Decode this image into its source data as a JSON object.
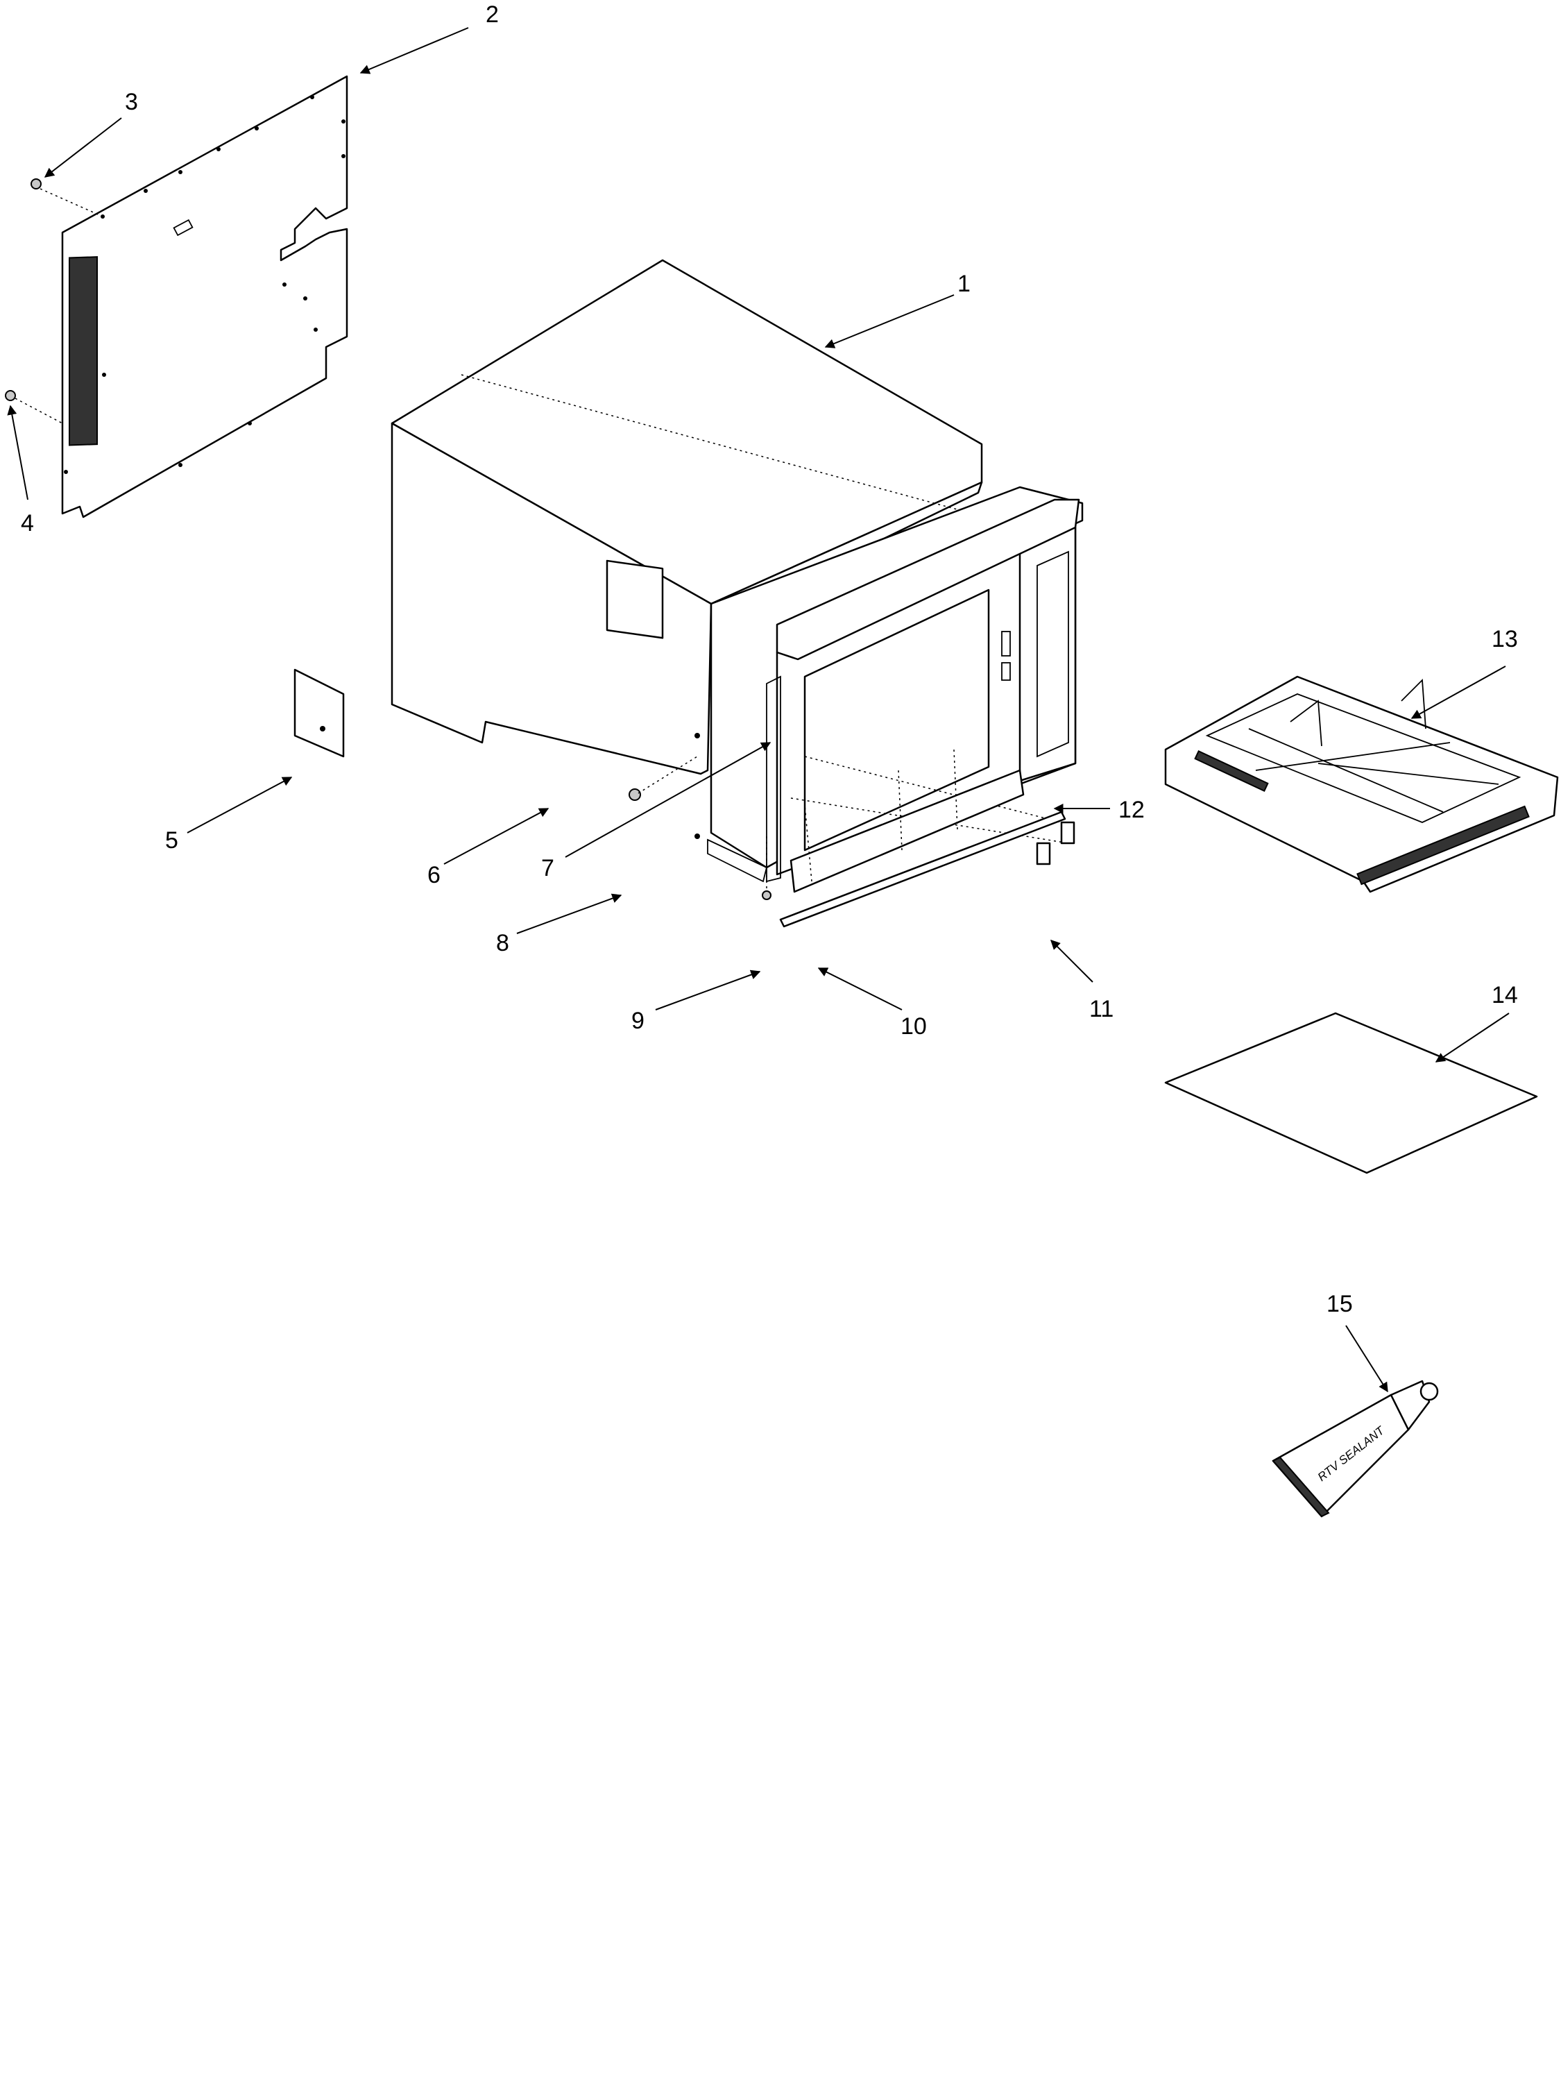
{
  "diagram": {
    "callouts": [
      {
        "id": "1",
        "label": "1"
      },
      {
        "id": "2",
        "label": "2"
      },
      {
        "id": "3",
        "label": "3"
      },
      {
        "id": "4",
        "label": "4"
      },
      {
        "id": "5",
        "label": "5"
      },
      {
        "id": "6",
        "label": "6"
      },
      {
        "id": "7",
        "label": "7"
      },
      {
        "id": "8",
        "label": "8"
      },
      {
        "id": "9",
        "label": "9"
      },
      {
        "id": "10",
        "label": "10"
      },
      {
        "id": "11",
        "label": "11"
      },
      {
        "id": "12",
        "label": "12"
      },
      {
        "id": "13",
        "label": "13"
      },
      {
        "id": "14",
        "label": "14"
      },
      {
        "id": "15",
        "label": "15"
      }
    ],
    "tube_label": "RTV SEALANT"
  }
}
